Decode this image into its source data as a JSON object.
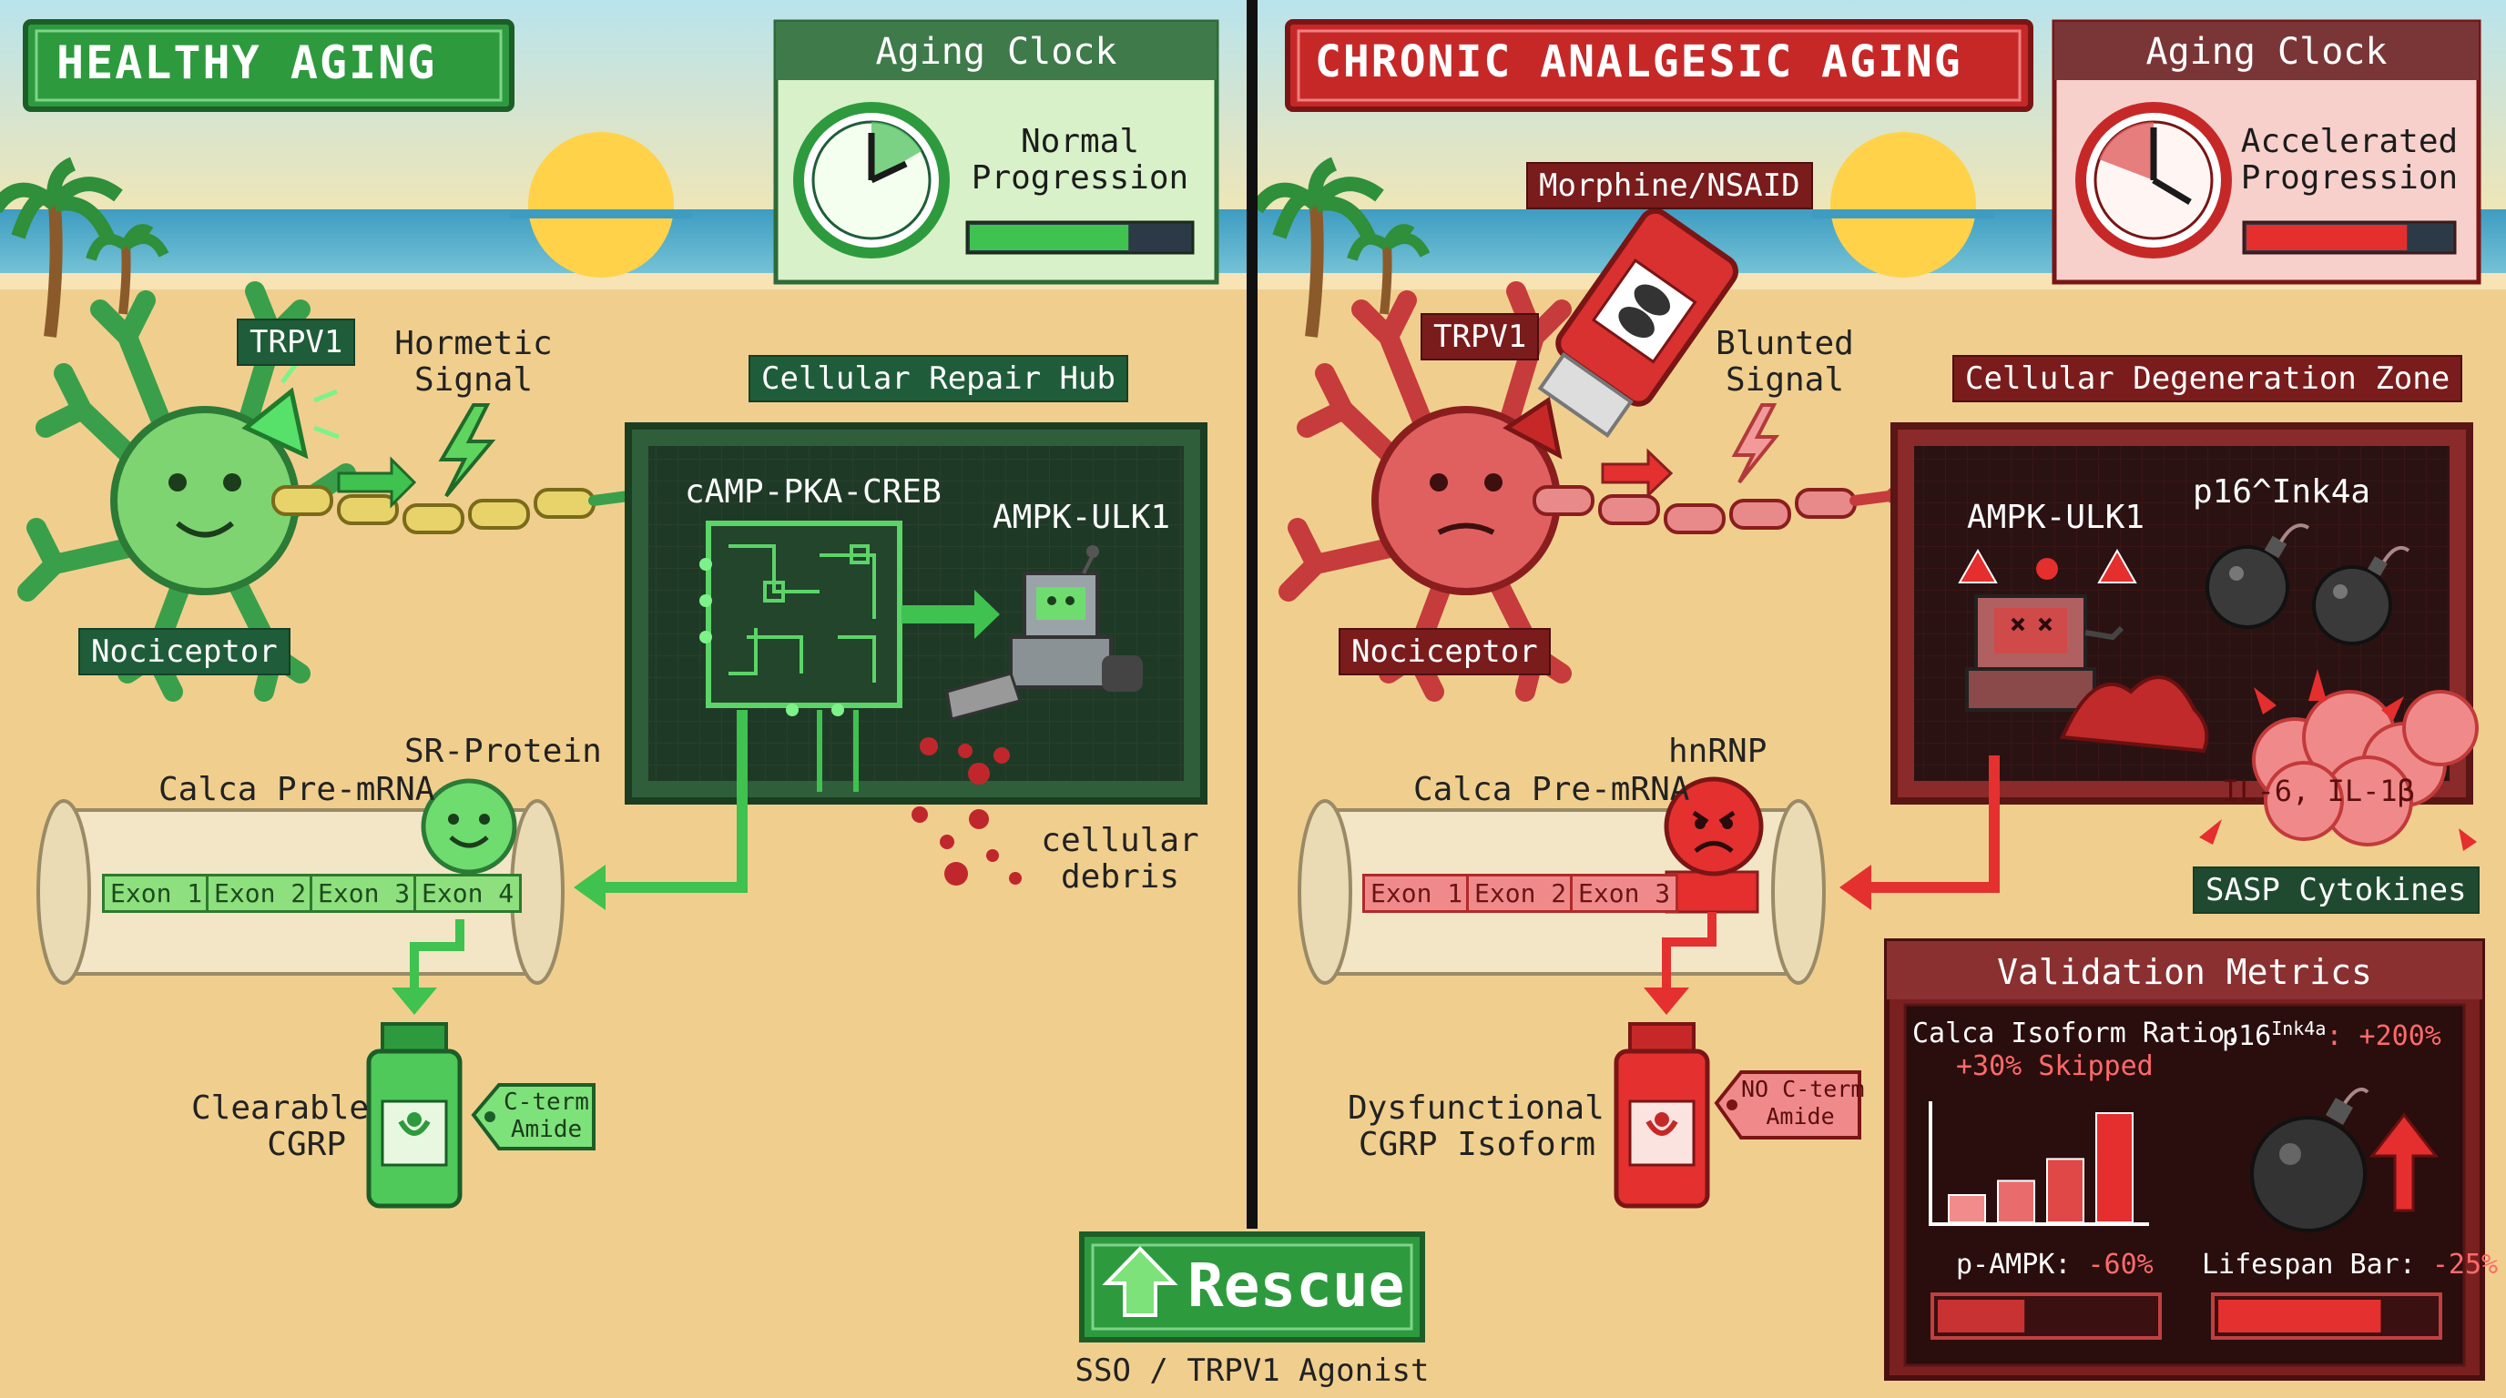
{
  "left": {
    "title": "HEALTHY AGING",
    "clock_title": "Aging Clock",
    "clock_status": [
      "Normal",
      "Progression"
    ],
    "clock_fill": 0.72,
    "trpv1": "TRPV1",
    "signal": [
      "Hormetic",
      "Signal"
    ],
    "nociceptor": "Nociceptor",
    "hub_label": "Cellular Repair Hub",
    "pathway1": "cAMP-PKA-CREB",
    "pathway2": "AMPK-ULK1",
    "debris": [
      "cellular",
      "debris"
    ],
    "protein": "SR-Protein",
    "premrna": "Calca Pre-mRNA",
    "exons": [
      "Exon 1",
      "Exon 2",
      "Exon 3",
      "Exon 4"
    ],
    "product": [
      "Clearable",
      "CGRP"
    ],
    "tag": [
      "C-term",
      "Amide"
    ]
  },
  "right": {
    "title": "CHRONIC ANALGESIC AGING",
    "clock_title": "Aging Clock",
    "clock_status": [
      "Accelerated",
      "Progression"
    ],
    "clock_fill": 0.78,
    "drug": "Morphine/NSAID",
    "trpv1": "TRPV1",
    "signal": [
      "Blunted",
      "Signal"
    ],
    "nociceptor": "Nociceptor",
    "zone_label": "Cellular Degeneration Zone",
    "pathway1": "AMPK-ULK1",
    "pathway2": "p16^Ink4a",
    "cytokines": "IL-6, IL-1β",
    "sasp": "SASP Cytokines",
    "protein": "hnRNP",
    "premrna": "Calca Pre-mRNA",
    "exons": [
      "Exon 1",
      "Exon 2",
      "Exon 3"
    ],
    "product": [
      "Dysfunctional",
      "CGRP Isoform"
    ],
    "tag": [
      "NO C-term",
      "Amide"
    ]
  },
  "metrics": {
    "title": "Validation Metrics",
    "ratio_label": "Calca Isoform Ratio:",
    "ratio_value": "+30% Skipped",
    "p16_label": "p16",
    "p16_sup": "Ink4a",
    "p16_value": ": +200%",
    "bars": [
      0.25,
      0.38,
      0.58,
      1.0
    ],
    "pampk_label": "p-AMPK:",
    "pampk_value": "-60%",
    "pampk_fill": 0.4,
    "lifespan_label": "Lifespan Bar:",
    "lifespan_value": "-25%",
    "lifespan_fill": 0.75
  },
  "rescue": {
    "label": "Rescue",
    "sub": "SSO / TRPV1 Agonist"
  },
  "colors": {
    "healthy": "#2f9e44",
    "disease": "#c62828",
    "sand": "#f0cf8e",
    "sea": "#4aa6c9"
  }
}
